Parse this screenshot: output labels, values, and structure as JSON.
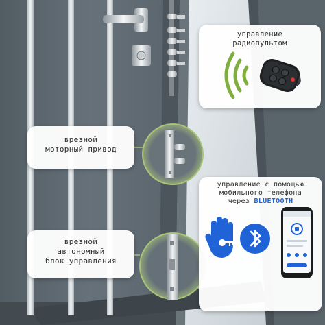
{
  "callouts": {
    "motor": [
      "врезной",
      "моторный привод"
    ],
    "block": [
      "врезной",
      "автономный",
      "блок управления"
    ],
    "remote": [
      "управление",
      "радиопультом"
    ],
    "phone": {
      "lines": [
        "управление с помощью",
        "мобильного телефона"
      ],
      "prefix": "через ",
      "highlight": "BLUETOOTH"
    }
  },
  "icons": {
    "hand": "hand-key-icon",
    "bluetooth": "bluetooth-icon",
    "signal": "radio-signal-icon",
    "remote": "remote-fob-icon",
    "phone": "smartphone-icon"
  },
  "colors": {
    "door": "#5f6a72",
    "door_dark": "#4b545b",
    "glass": "#d7dde1",
    "accent_blue": "#1f63d6",
    "signal_green": "#7fae3f"
  }
}
